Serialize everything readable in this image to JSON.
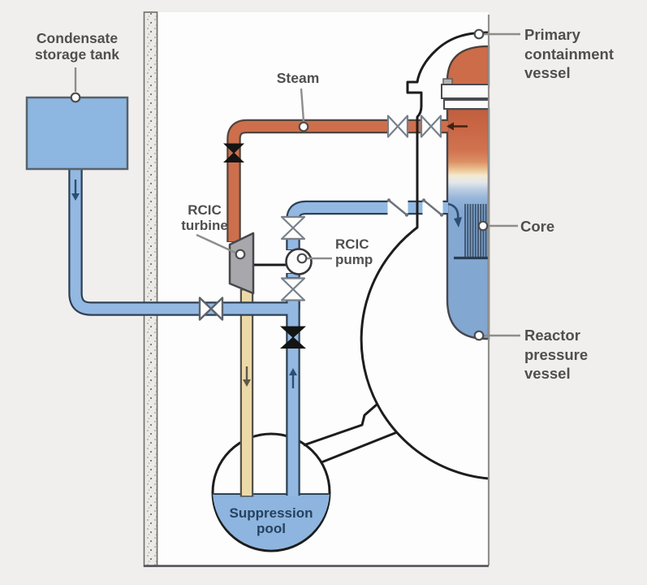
{
  "labels": {
    "condensate_tank": {
      "line1": "Condensate",
      "line2": "storage tank"
    },
    "steam": "Steam",
    "rcic_turbine": {
      "line1": "RCIC",
      "line2": "turbine"
    },
    "rcic_pump": {
      "line1": "RCIC",
      "line2": "pump"
    },
    "primary_containment_vessel": {
      "line1": "Primary",
      "line2": "containment",
      "line3": "vessel"
    },
    "core": "Core",
    "reactor_pressure_vessel": {
      "line1": "Reactor",
      "line2": "pressure",
      "line3": "vessel"
    },
    "suppression_pool": {
      "line1": "Suppression",
      "line2": "pool"
    }
  },
  "colors": {
    "steam_pipe": "#cd6f4d",
    "water_pipe": "#93b9e2",
    "exhaust_pipe": "#ecd9a8",
    "turbine_body": "#a8a8ac",
    "vessel_hot": "#c05f3e",
    "vessel_cold": "#82a7d1",
    "pool_water": "#8db5df",
    "closed_valve": "#141414",
    "label_text": "#4f4f4f",
    "pool_label_text": "#27415e"
  }
}
